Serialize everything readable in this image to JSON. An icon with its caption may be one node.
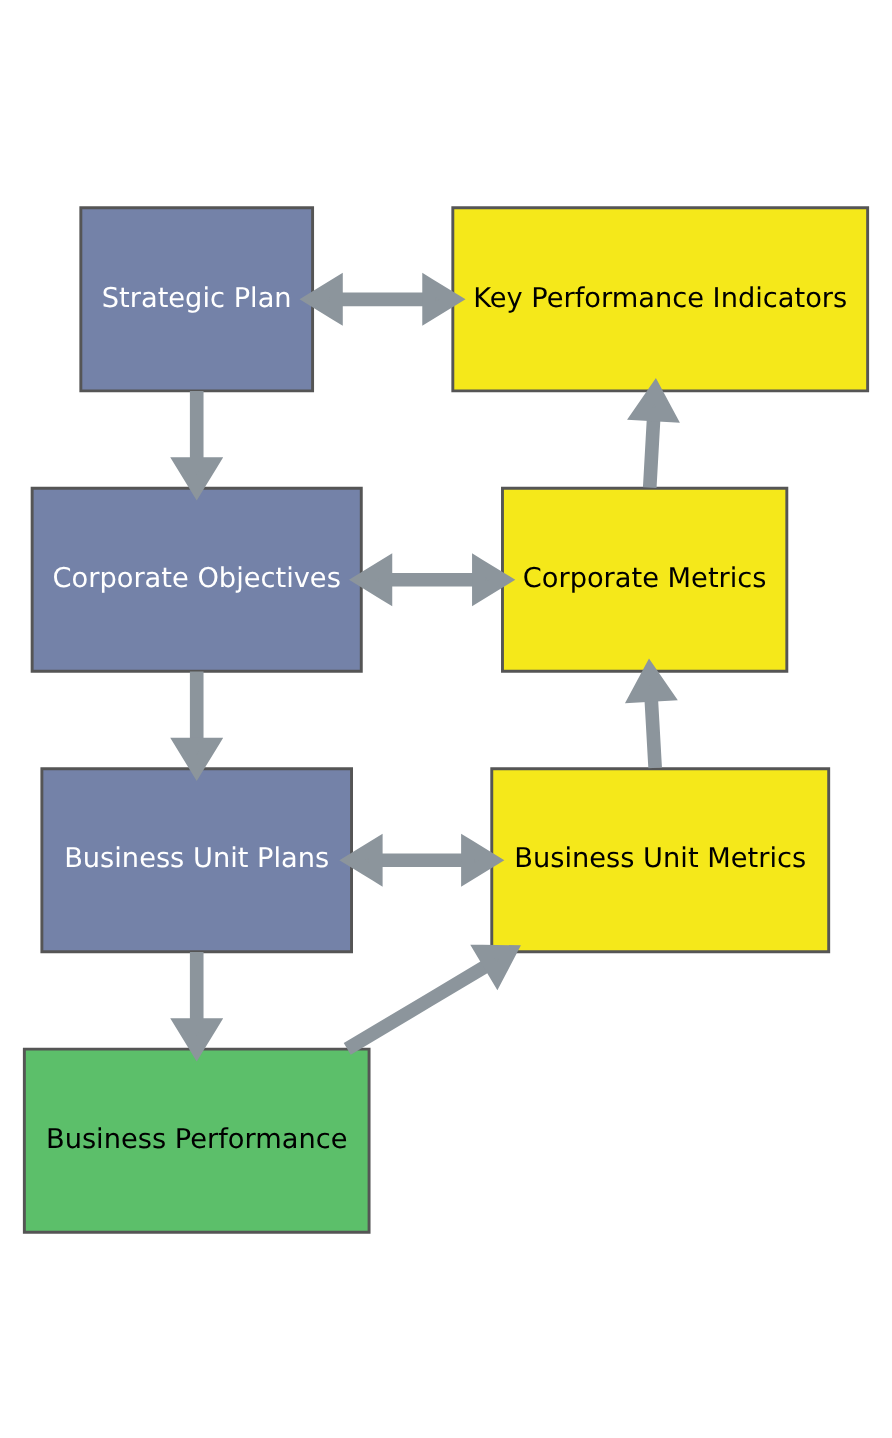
{
  "diagram": {
    "nodes": [
      {
        "text": [
          "Strategic Plan"
        ]
      },
      {
        "text": [
          "Key Performance Indicators"
        ]
      },
      {
        "text": [
          "Corporate Objectives"
        ]
      },
      {
        "text": [
          "Corporate Metrics"
        ]
      },
      {
        "text": [
          "Business Unit Plans"
        ]
      },
      {
        "text": [
          "Business Unit Metrics"
        ]
      },
      {
        "text": [
          "Business Performance"
        ]
      }
    ],
    "edges": [
      {
        "from": 0,
        "to": 1,
        "arrow": "both"
      },
      {
        "from": 0,
        "to": 2,
        "arrow": "to"
      },
      {
        "from": 2,
        "to": 3,
        "arrow": "both"
      },
      {
        "from": 3,
        "to": 1,
        "arrow": "to"
      },
      {
        "from": 2,
        "to": 4,
        "arrow": "to"
      },
      {
        "from": 4,
        "to": 5,
        "arrow": "both"
      },
      {
        "from": 5,
        "to": 3,
        "arrow": "to"
      },
      {
        "from": 4,
        "to": 6,
        "arrow": "to"
      },
      {
        "from": 6,
        "to": 5,
        "arrow": "to"
      }
    ]
  }
}
